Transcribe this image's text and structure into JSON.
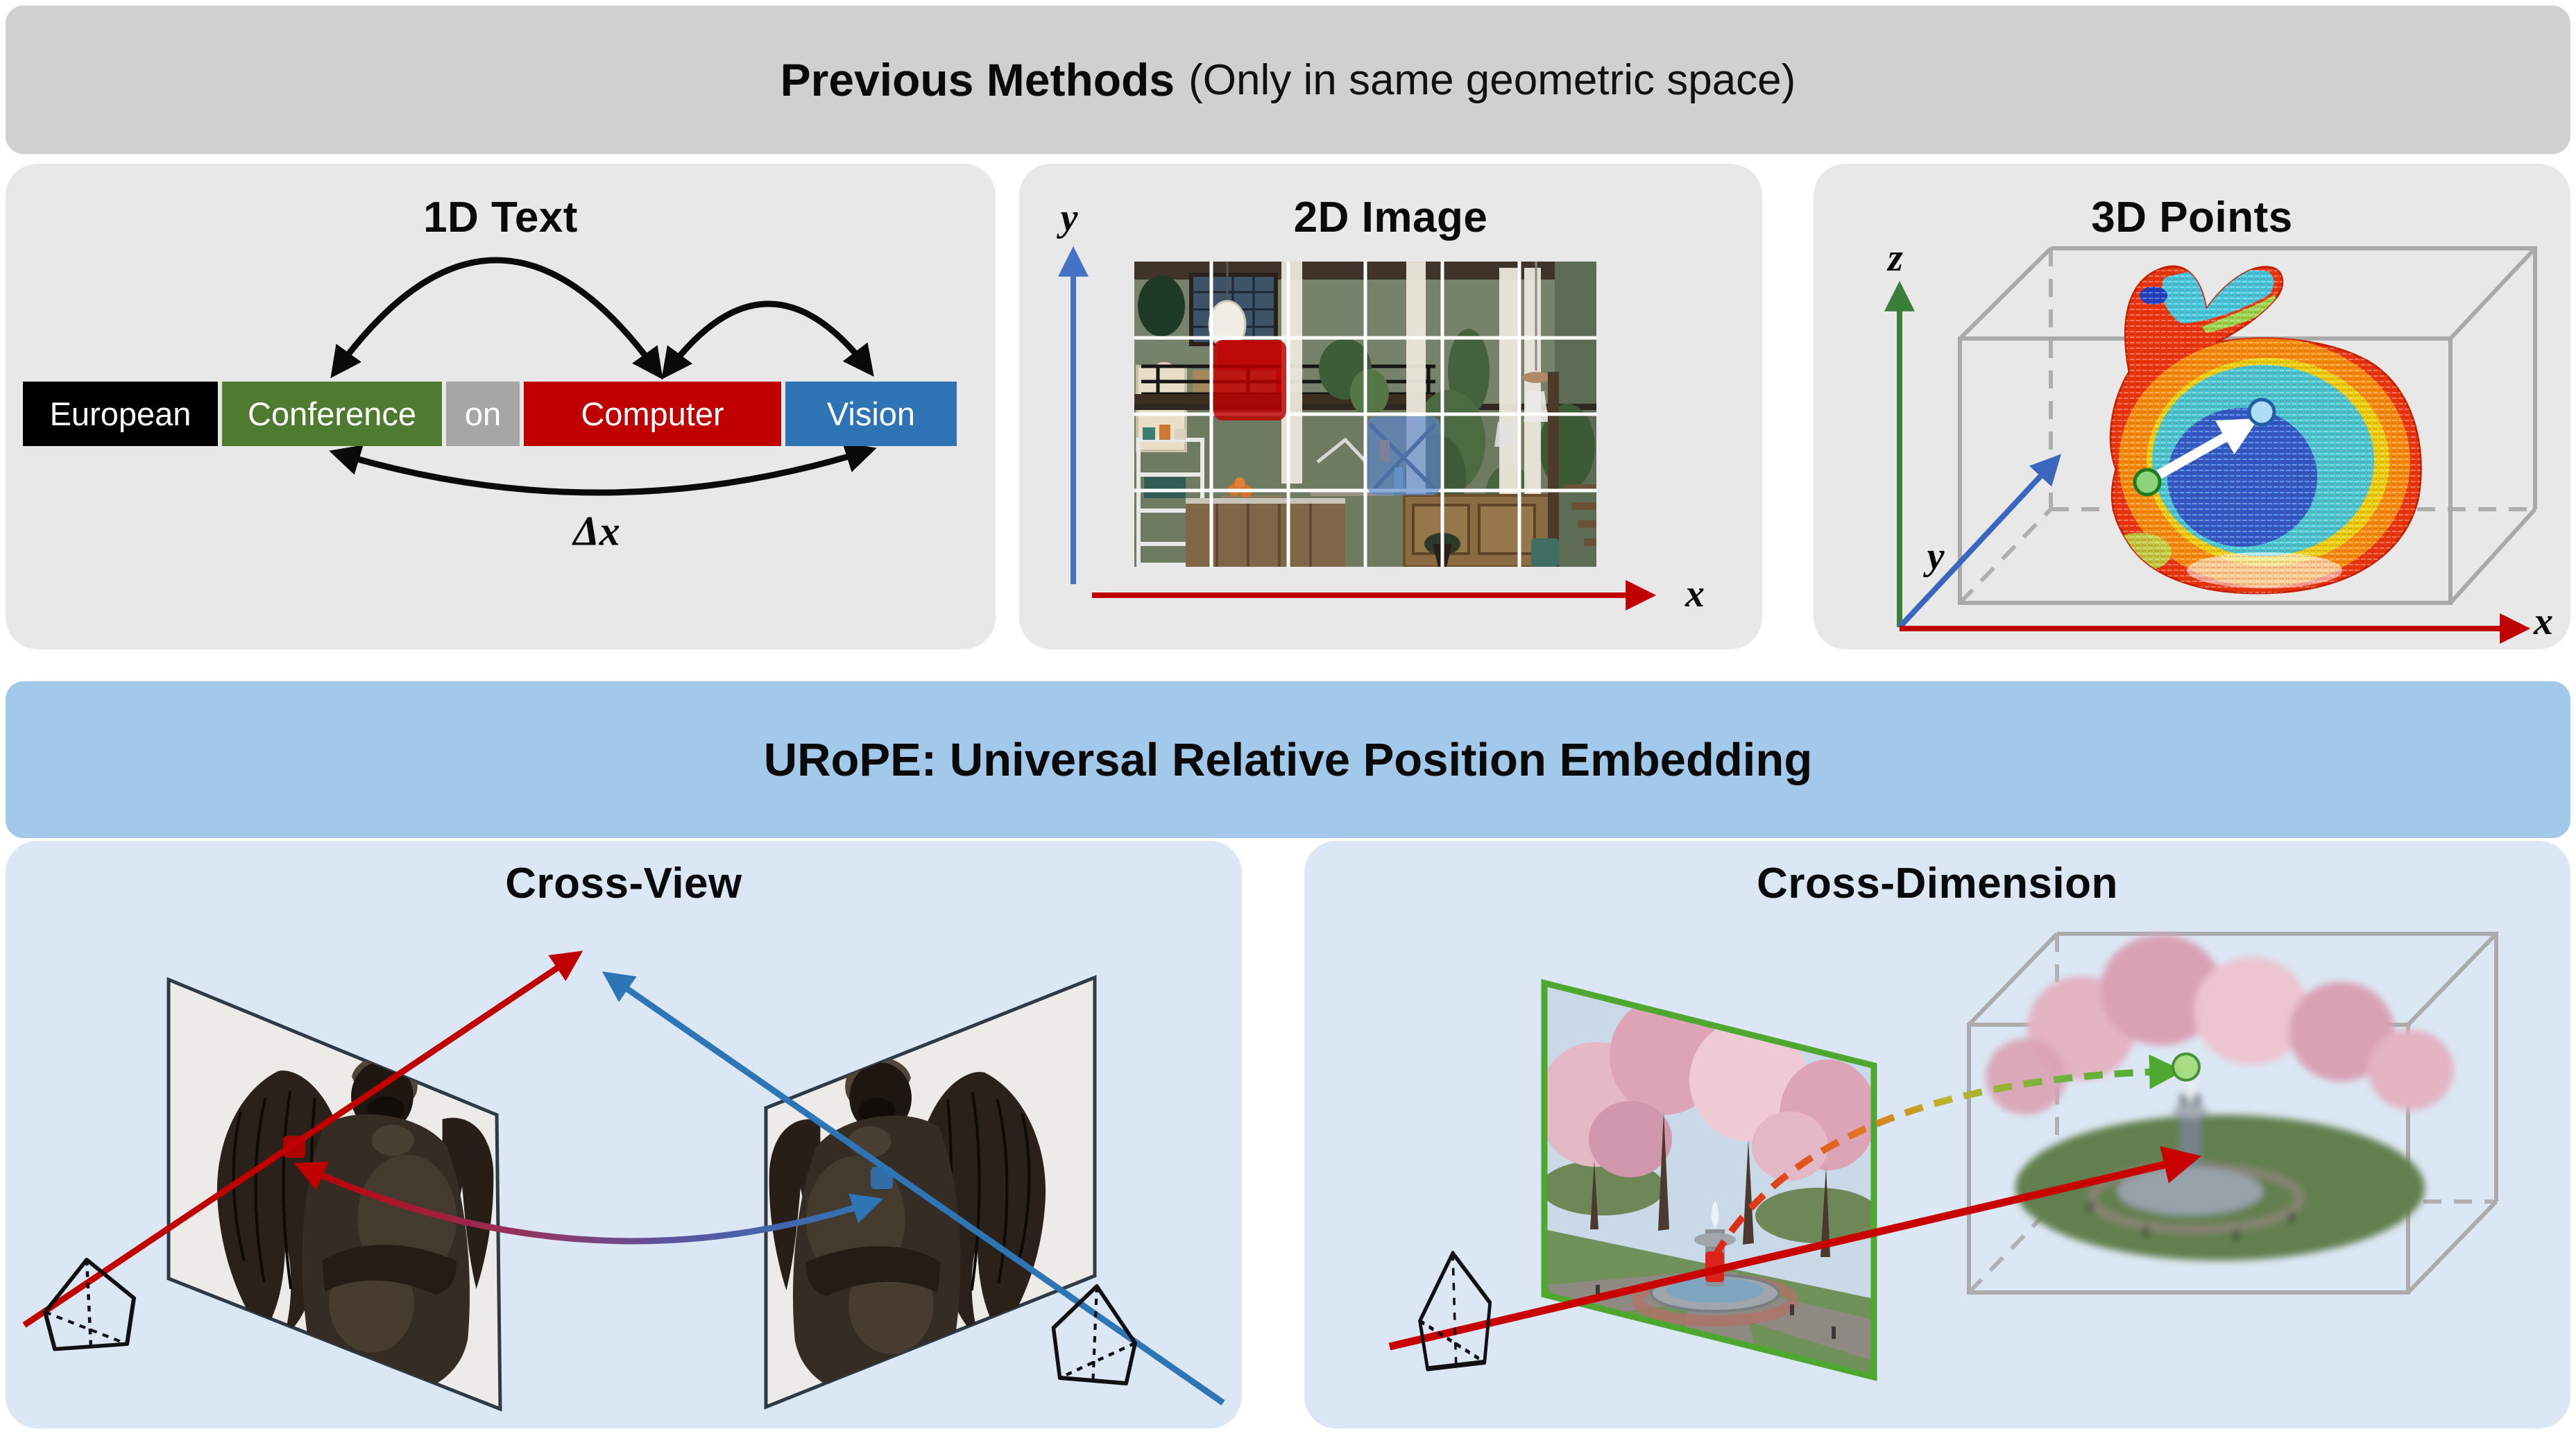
{
  "colors": {
    "top_banner_bg": "#D1D0D0",
    "panel_gray_bg": "#E9E8E8",
    "urope_banner_bg": "#A3C9EA",
    "panel_blue_bg": "#DBE7F4",
    "token_black": "#000000",
    "token_green": "#4E7B2F",
    "token_gray": "#A6A6A6",
    "token_red": "#C00000",
    "token_blue": "#2E74B5",
    "axis_red": "#C00000",
    "axis_blue_2d": "#4472C4",
    "axis_green_3d": "#3B7D3B",
    "axis_blue_3d": "#3A66BE",
    "cross_view_red": "#C00000",
    "cross_view_blue": "#2E75B6",
    "cross_dimension_green": "#4EA72E"
  },
  "top_banner": {
    "title": "Previous Methods",
    "subtitle": "(Only in same geometric space)"
  },
  "panel_1d": {
    "title": "1D Text",
    "tokens": [
      {
        "label": "European",
        "color": "#000000"
      },
      {
        "label": "Conference",
        "color": "#4E7B2F"
      },
      {
        "label": "on",
        "color": "#A6A6A6"
      },
      {
        "label": "Computer",
        "color": "#C00000"
      },
      {
        "label": "Vision",
        "color": "#2E74B5"
      }
    ],
    "relative_offset_label": "Δx"
  },
  "panel_2d": {
    "title": "2D Image",
    "x_axis_label": "x",
    "y_axis_label": "y"
  },
  "panel_3d": {
    "title": "3D Points",
    "x_axis_label": "x",
    "y_axis_label": "y",
    "z_axis_label": "z"
  },
  "urope_banner": {
    "title": "URoPE: Universal Relative Position Embedding"
  },
  "panel_cross_view": {
    "title": "Cross-View"
  },
  "panel_cross_dimension": {
    "title": "Cross-Dimension"
  }
}
